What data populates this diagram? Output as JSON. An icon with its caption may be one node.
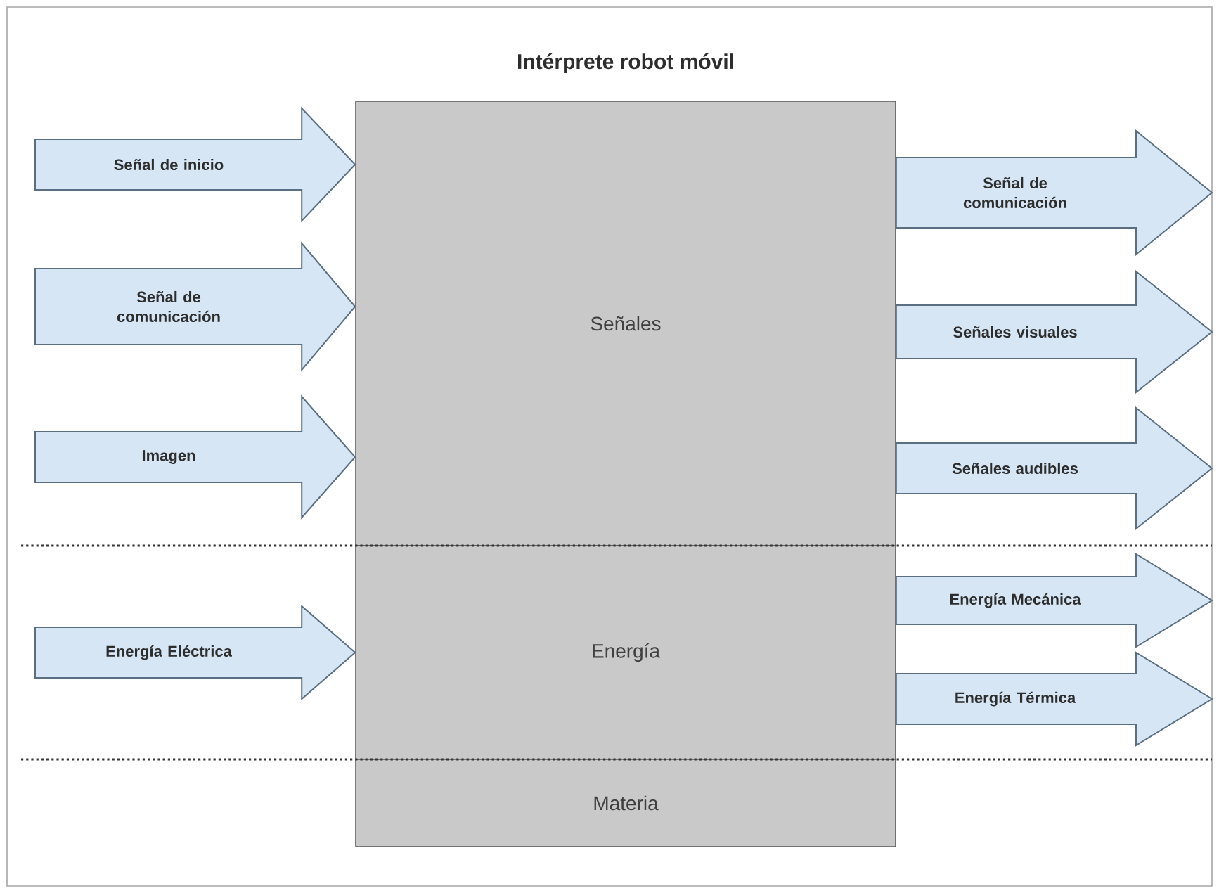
{
  "diagram": {
    "title": "Intérprete robot móvil",
    "nodes": [
      {
        "text": [
          "Señales"
        ]
      },
      {
        "text": [
          "Energía"
        ]
      },
      {
        "text": [
          "Materia"
        ]
      }
    ],
    "edges": [
      {
        "from": null,
        "to": 0,
        "arrow": "to",
        "label": "Señal de inicio"
      },
      {
        "from": null,
        "to": 0,
        "arrow": "to",
        "label": "Señal de comunicación"
      },
      {
        "from": null,
        "to": 0,
        "arrow": "to",
        "label": "Imagen"
      },
      {
        "from": null,
        "to": 1,
        "arrow": "to",
        "label": "Energía Eléctrica"
      },
      {
        "from": 0,
        "to": null,
        "arrow": "to",
        "label": "Señal de comunicación"
      },
      {
        "from": 0,
        "to": null,
        "arrow": "to",
        "label": "Señales visuales"
      },
      {
        "from": 0,
        "to": null,
        "arrow": "to",
        "label": "Señales audibles"
      },
      {
        "from": 1,
        "to": null,
        "arrow": "to",
        "label": "Energía Mecánica"
      },
      {
        "from": 1,
        "to": null,
        "arrow": "to",
        "label": "Energía Térmica"
      }
    ]
  }
}
